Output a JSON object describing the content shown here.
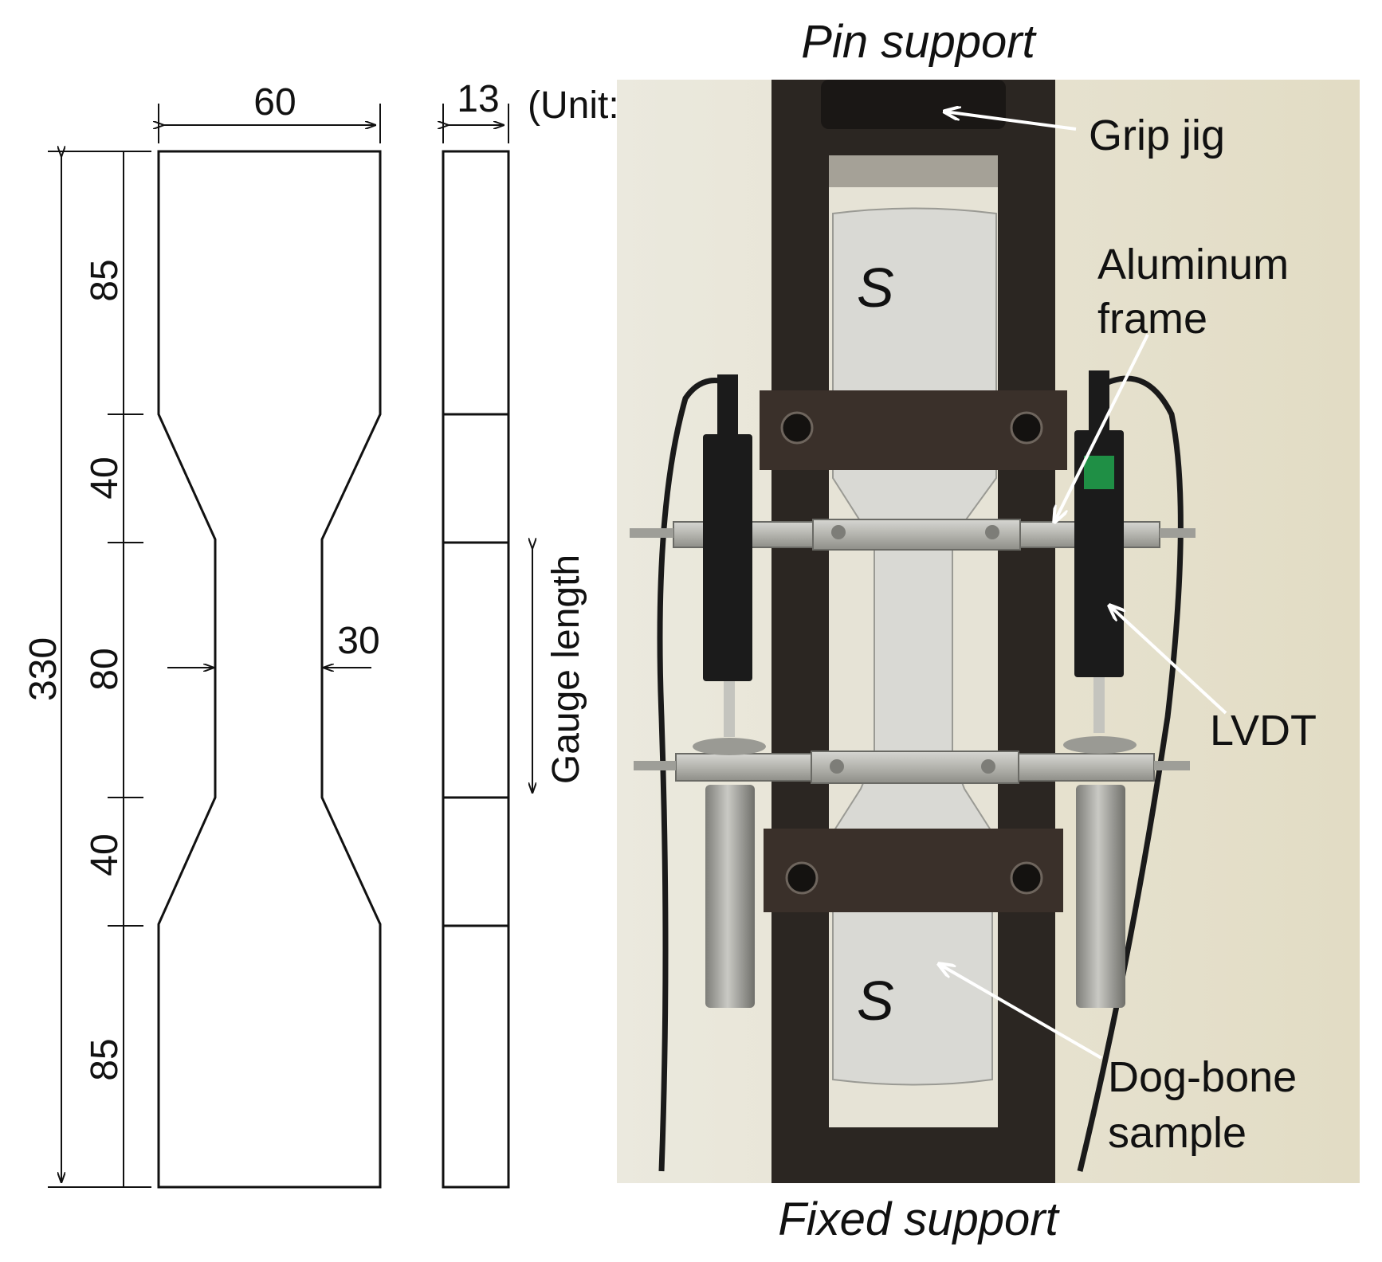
{
  "drawing": {
    "width_label": "60",
    "thickness_label": "13",
    "unit_label": "(Unit: mm)",
    "total_length_label": "330",
    "segment_labels": [
      "85",
      "40",
      "80",
      "40",
      "85"
    ],
    "neck_width_label": "30",
    "gauge_label": "Gauge length"
  },
  "photo": {
    "top_label": "Pin support",
    "bottom_label": "Fixed support",
    "callouts": {
      "grip_jig": "Grip jig",
      "aluminum_frame_line1": "Aluminum",
      "aluminum_frame_line2": "frame",
      "lvdt": "LVDT",
      "dog_bone_line1": "Dog-bone",
      "dog_bone_line2": "sample"
    },
    "sample_marks": [
      "S",
      "S"
    ],
    "colors": {
      "background_wall": "#e8e5d6",
      "steel_frame": "#2b2622",
      "sample": "#d9d9d4",
      "aluminum": "#b9b9b4",
      "lvdt_body": "#1b1b1b",
      "lvdt_indicator": "#1f8f45"
    }
  }
}
